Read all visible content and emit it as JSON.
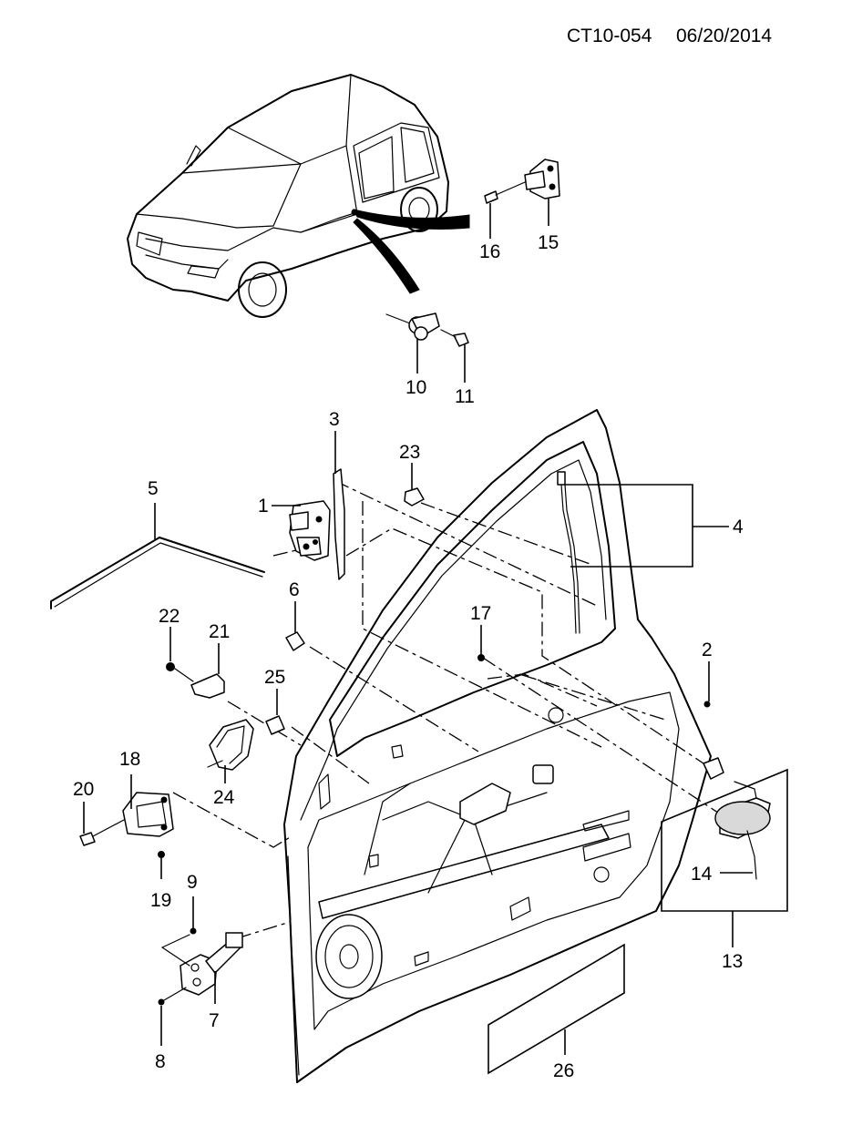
{
  "header": {
    "code": "CT10-054",
    "date": "06/20/2014"
  },
  "callouts": [
    "1",
    "2",
    "3",
    "4",
    "5",
    "6",
    "7",
    "8",
    "9",
    "10",
    "11",
    "13",
    "14",
    "15",
    "16",
    "17",
    "18",
    "19",
    "20",
    "21",
    "22",
    "23",
    "24",
    "25",
    "26"
  ]
}
